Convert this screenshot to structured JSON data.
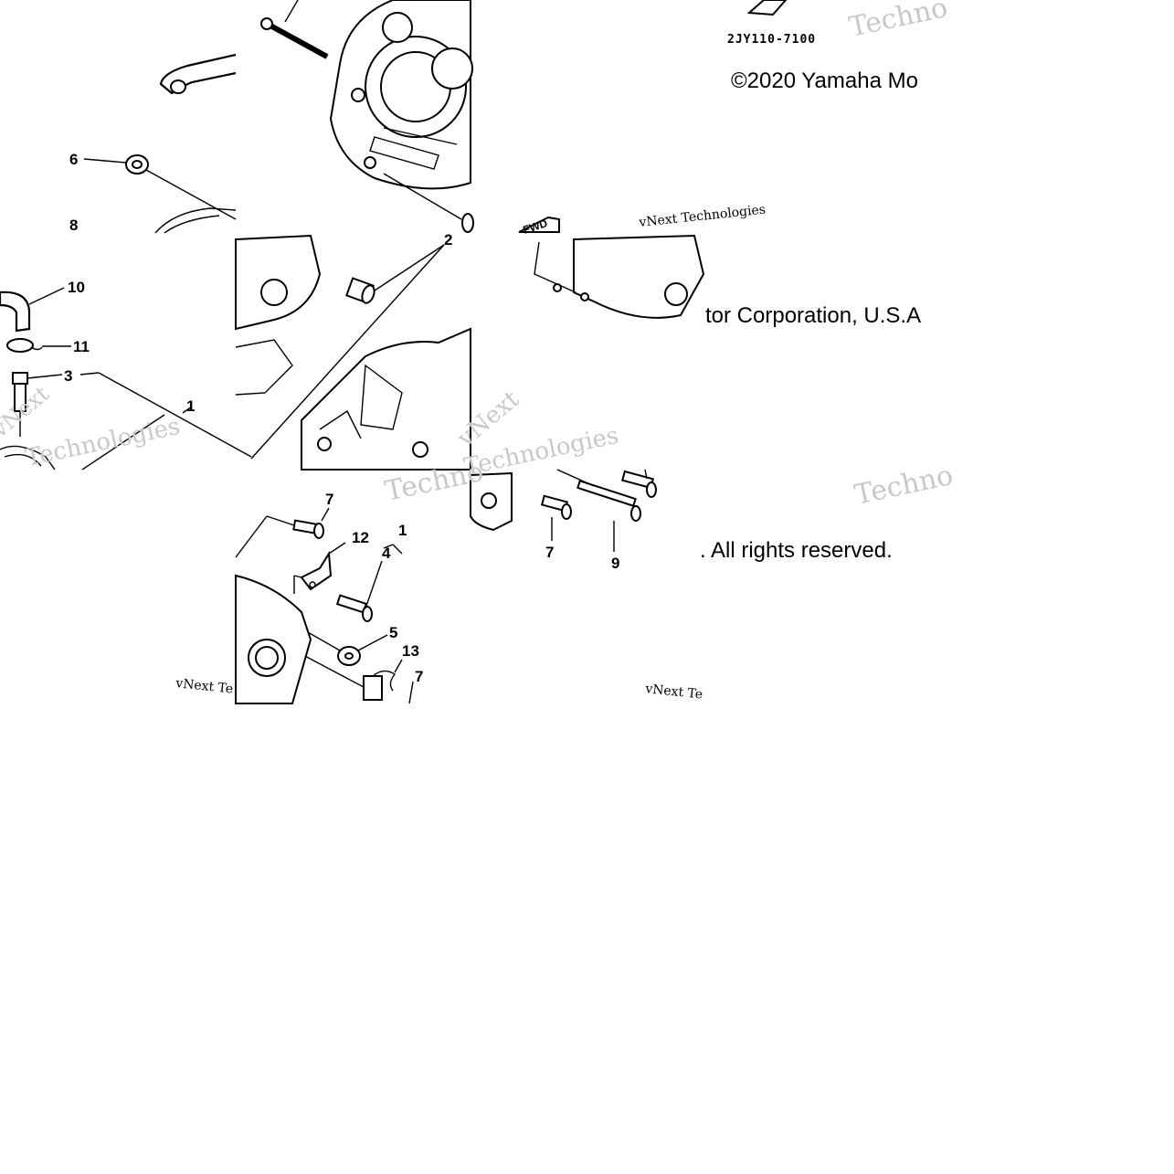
{
  "diagram": {
    "part_code": "2JY110-7100",
    "callouts": {
      "c6": "6",
      "c8": "8",
      "c10": "10",
      "c11": "11",
      "c3": "3",
      "c1a": "1",
      "c2": "2",
      "c7a": "7",
      "c12": "12",
      "c4": "4",
      "c1b": "1",
      "c5": "5",
      "c13": "13",
      "c7b": "7",
      "c7c": "7",
      "c9": "9"
    },
    "fwd_label": "FWD"
  },
  "copyright": {
    "line1": "©2020 Yamaha Mo",
    "line2": "tor Corporation, U.S.A",
    "line3": ". All rights reserved."
  },
  "watermarks": {
    "brand_big": "Techno",
    "brand_small": "vNext Te",
    "brand_small2": "vNext Technologies",
    "brand_frag1": "Technologies",
    "brand_frag2": "vNext"
  }
}
